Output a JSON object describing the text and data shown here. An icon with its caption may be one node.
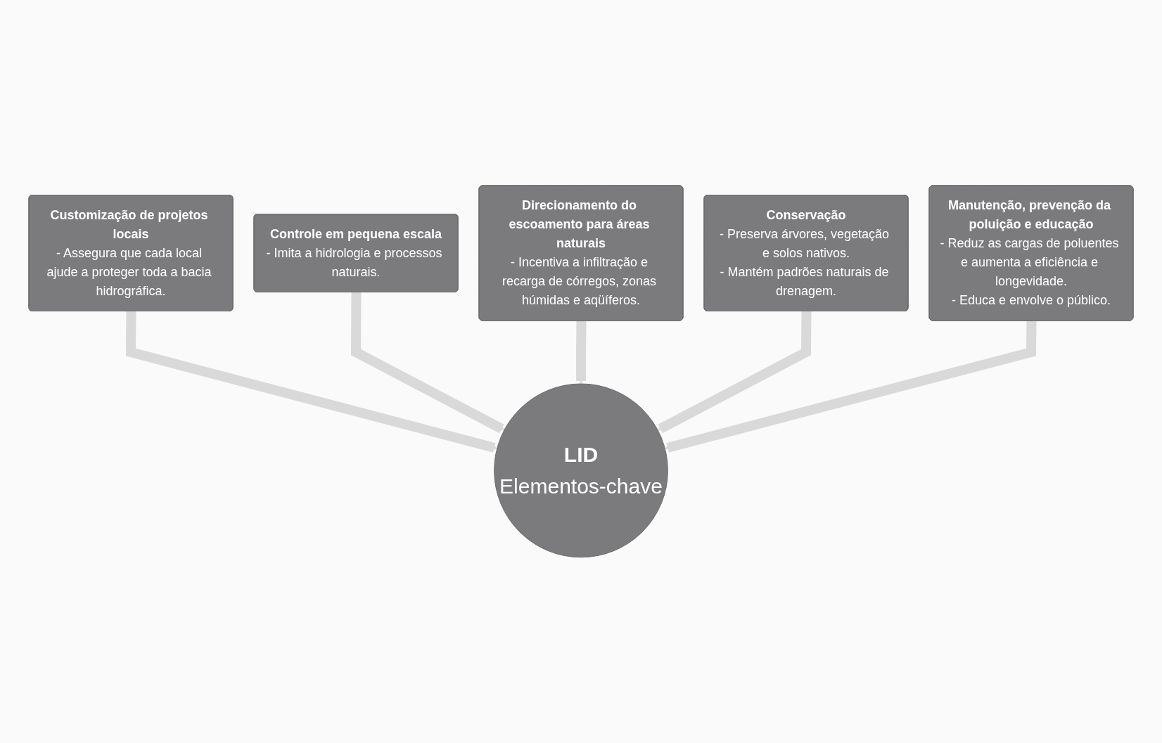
{
  "diagram": {
    "nodes": [
      {
        "text": [
          "Customização de projetos locais",
          "- Assegura que cada local ajude a proteger toda a bacia hidrográfica."
        ]
      },
      {
        "text": [
          "Controle em pequena escala",
          "- Imita a hidrologia e processos naturais."
        ]
      },
      {
        "text": [
          "Direcionamento do escoamento para áreas naturais",
          "- Incentiva a infiltração e recarga de córregos, zonas húmidas e aqüíferos."
        ]
      },
      {
        "text": [
          "Conservação",
          "- Preserva árvores, vegetação e solos nativos.",
          "- Mantém padrões naturais de drenagem."
        ]
      },
      {
        "text": [
          "LID",
          "Elementos-chave"
        ]
      },
      {
        "text": [
          "Manutenção, prevenção da poluição e educação",
          "- Reduz as cargas de poluentes e aumenta a eficiência e longevidade.",
          "- Educa e envolve o público."
        ]
      }
    ],
    "edges": [
      {
        "from": 0,
        "to": 4,
        "arrow": "to"
      },
      {
        "from": 1,
        "to": 4,
        "arrow": "to"
      },
      {
        "from": 2,
        "to": 4,
        "arrow": "to"
      },
      {
        "from": 3,
        "to": 4,
        "arrow": "to"
      },
      {
        "from": 5,
        "to": 4,
        "arrow": "to"
      }
    ]
  }
}
